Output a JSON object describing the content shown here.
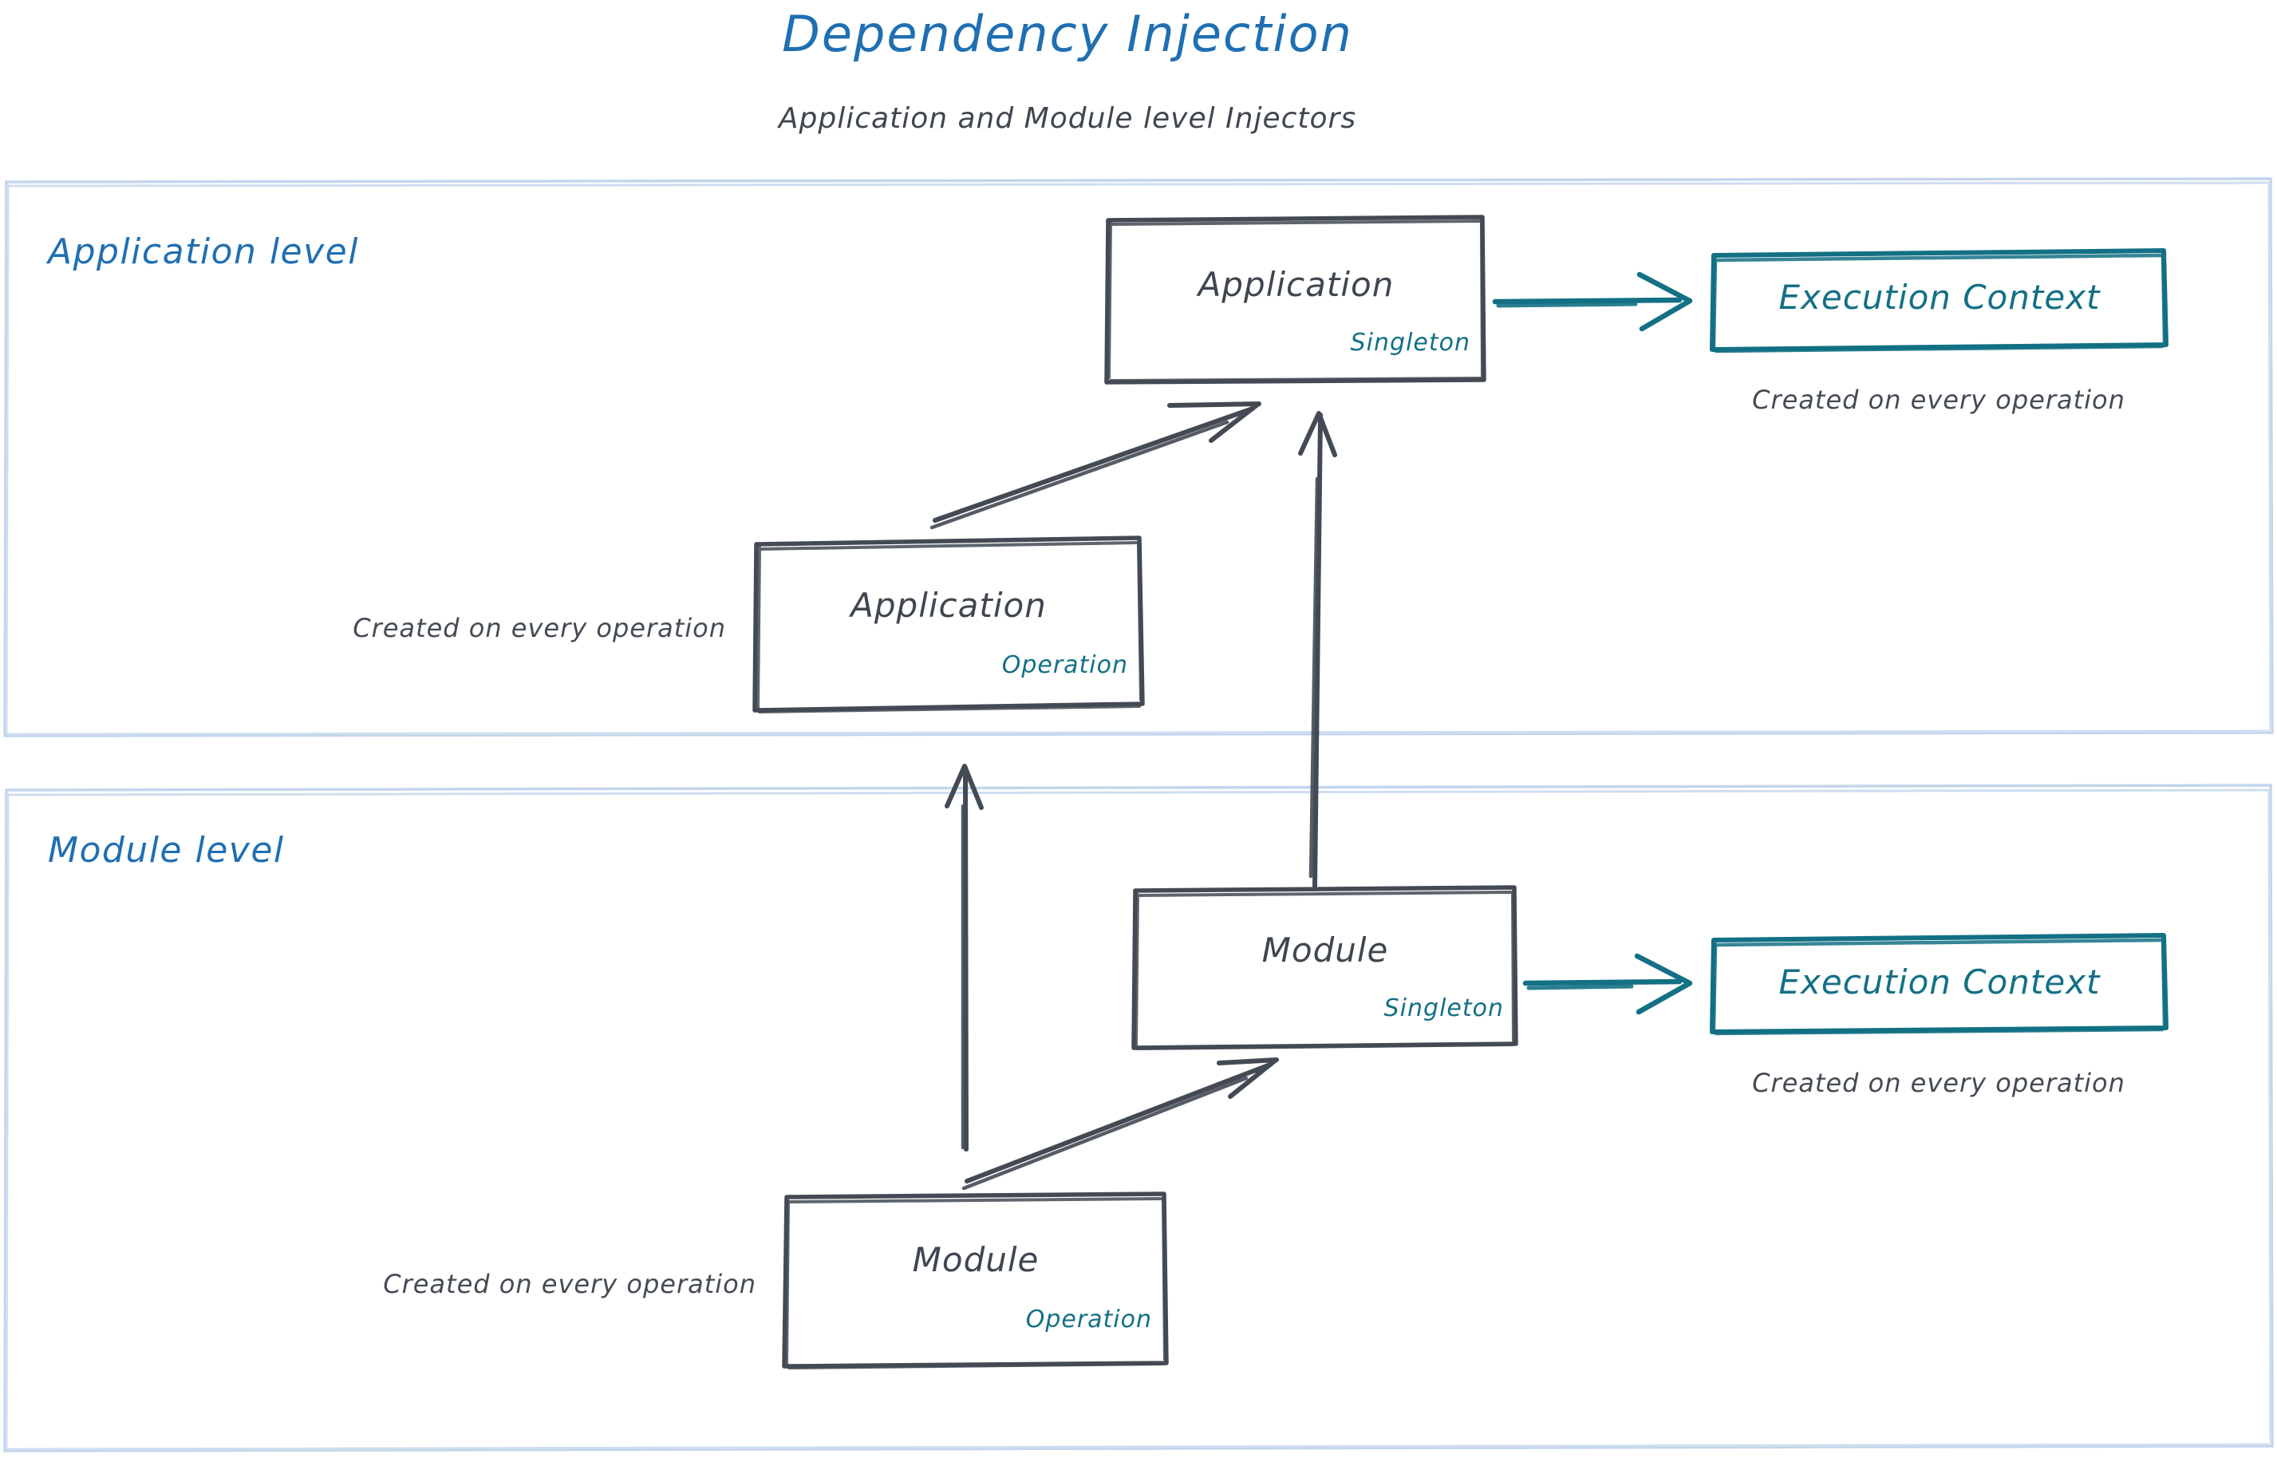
{
  "header": {
    "title": "Dependency Injection",
    "subtitle": "Application and Module level Injectors",
    "title_color": "#1f6fb2",
    "subtitle_color": "#3f4650"
  },
  "palette": {
    "lane_border": "#c3d5ec",
    "lane_label": "#1f6fb2",
    "node_stroke": "#434a54",
    "node_text": "#3f4650",
    "accent_teal": "#137085",
    "note_text": "#444b54",
    "background": "#ffffff"
  },
  "lanes": [
    {
      "id": "application-level",
      "label": "Application level",
      "nodes": [
        {
          "id": "application-singleton",
          "title": "Application",
          "scope": "Singleton",
          "kind": "injector"
        },
        {
          "id": "application-operation",
          "title": "Application",
          "scope": "Operation",
          "kind": "injector",
          "note": "Created on every operation"
        },
        {
          "id": "application-execution-context",
          "title": "Execution Context",
          "kind": "context",
          "note": "Created on every operation"
        }
      ]
    },
    {
      "id": "module-level",
      "label": "Module level",
      "nodes": [
        {
          "id": "module-singleton",
          "title": "Module",
          "scope": "Singleton",
          "kind": "injector"
        },
        {
          "id": "module-operation",
          "title": "Module",
          "scope": "Operation",
          "kind": "injector",
          "note": "Created on every operation"
        },
        {
          "id": "module-execution-context",
          "title": "Execution Context",
          "kind": "context",
          "note": "Created on every operation"
        }
      ]
    }
  ],
  "connections": [
    {
      "id": "app-singleton-to-app-context",
      "from": "application-singleton",
      "to": "application-execution-context",
      "style": "teal-arrow"
    },
    {
      "id": "app-operation-to-app-singleton",
      "from": "application-operation",
      "to": "application-singleton",
      "style": "dark-arrow"
    },
    {
      "id": "module-singleton-to-app-singleton",
      "from": "module-singleton",
      "to": "application-singleton",
      "style": "dark-arrow"
    },
    {
      "id": "module-singleton-to-module-context",
      "from": "module-singleton",
      "to": "module-execution-context",
      "style": "teal-arrow"
    },
    {
      "id": "module-operation-to-module-singleton",
      "from": "module-operation",
      "to": "module-singleton",
      "style": "dark-arrow"
    },
    {
      "id": "module-operation-to-app-operation",
      "from": "module-operation",
      "to": "application-operation",
      "style": "dark-arrow"
    }
  ],
  "labels": {
    "note_created_every_operation": "Created on every operation"
  }
}
